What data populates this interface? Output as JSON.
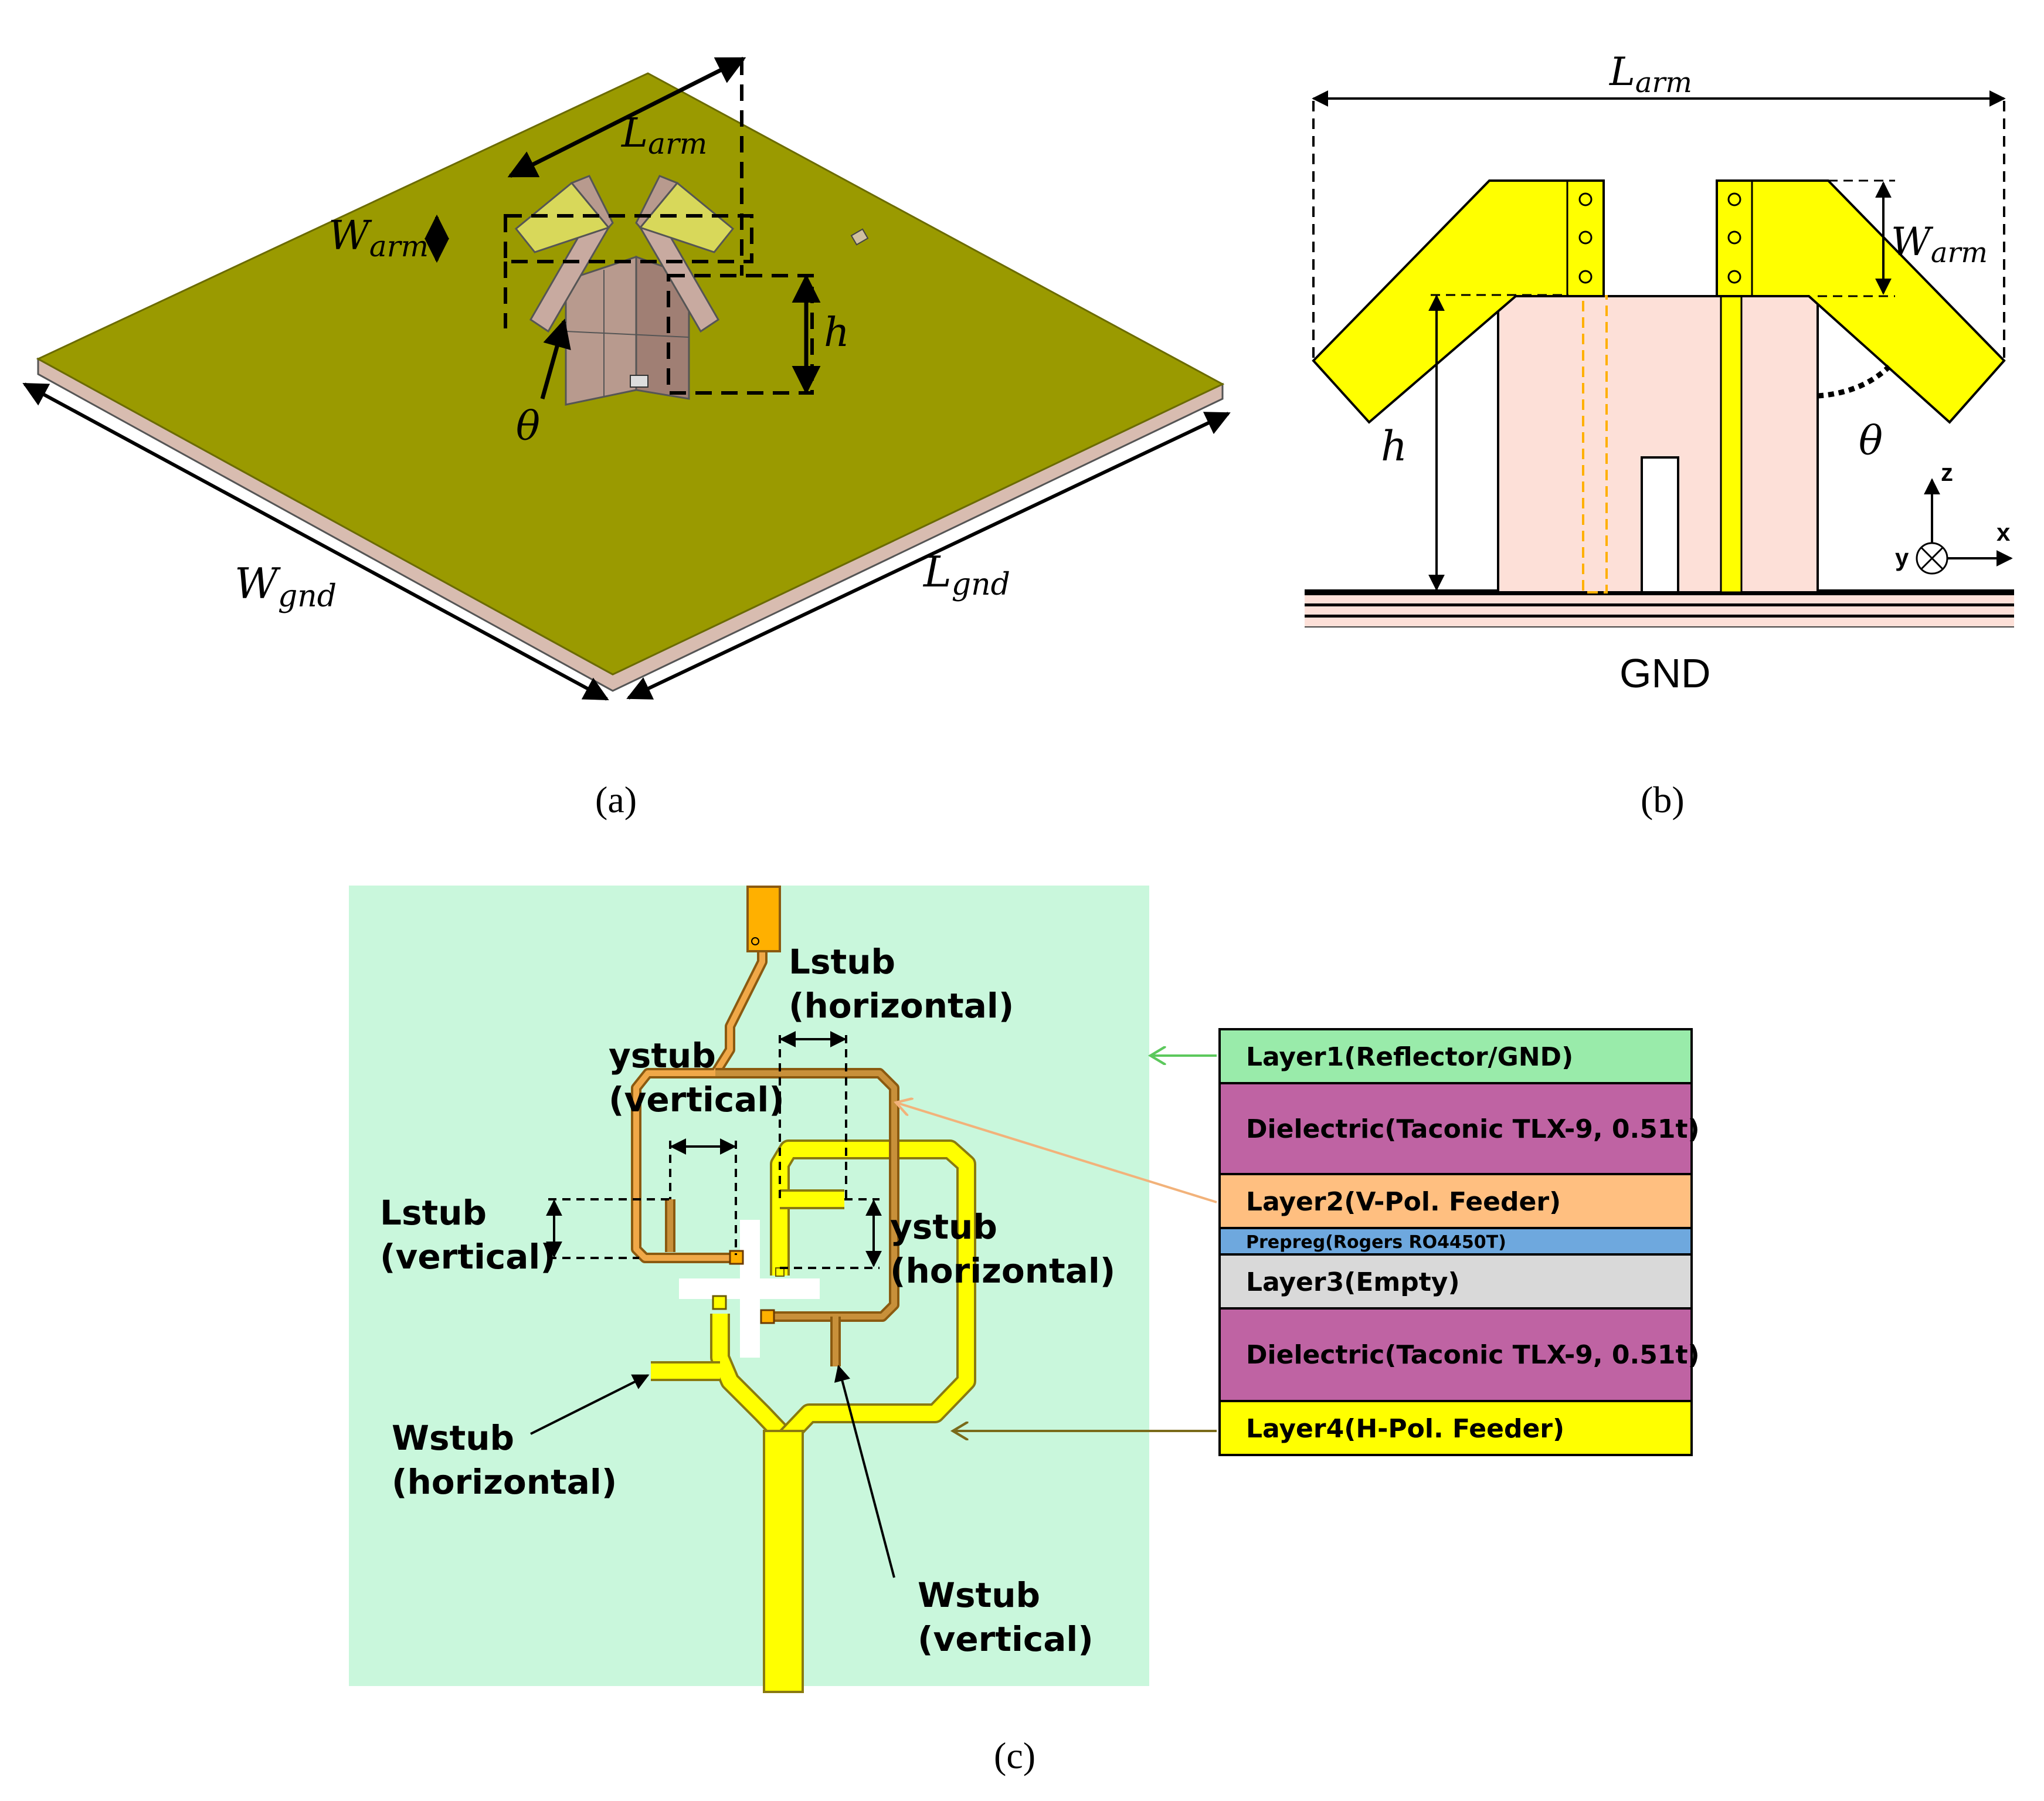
{
  "panel_a": {
    "caption": "(a)",
    "labels": {
      "l_arm": "L",
      "l_arm_sub": "arm",
      "w_arm": "W",
      "w_arm_sub": "arm",
      "h": "h",
      "theta": "θ",
      "w_gnd": "W",
      "w_gnd_sub": "gnd",
      "l_gnd": "L",
      "l_gnd_sub": "gnd"
    },
    "colors": {
      "ground_top": "#9a9a00",
      "ground_edge": "#d8bcb0",
      "element": "#b89a8e"
    }
  },
  "panel_b": {
    "caption": "(b)",
    "labels": {
      "l_arm": "L",
      "l_arm_sub": "arm",
      "w_arm": "W",
      "w_arm_sub": "arm",
      "h": "h",
      "theta": "θ",
      "gnd": "GND",
      "axis_z": "z",
      "axis_y": "y",
      "axis_x": "x"
    },
    "colors": {
      "arm": "#ffff00",
      "body": "#fde0d8",
      "feed_dashed": "#ffb000"
    }
  },
  "panel_c": {
    "caption": "(c)",
    "labels": {
      "lstub_h_1": "Lstub",
      "lstub_h_2": "(horizontal)",
      "ystub_v_1": "ystub",
      "ystub_v_2": "(vertical)",
      "lstub_v_1": "Lstub",
      "lstub_v_2": "(vertical)",
      "ystub_h_1": "ystub",
      "ystub_h_2": "(horizontal)",
      "wstub_h_1": "Wstub",
      "wstub_h_2": "(horizontal)",
      "wstub_v_1": "Wstub",
      "wstub_v_2": "(vertical)"
    },
    "colors": {
      "board": "#c9f7dc",
      "v_feeder": "#e8a84a",
      "h_feeder": "#ffff00"
    },
    "layers": [
      {
        "label": "Layer1(Reflector/GND)",
        "color": "#99ebaa"
      },
      {
        "label": "Dielectric(Taconic TLX-9, 0.51t)",
        "color": "#bf63a3"
      },
      {
        "label": "Layer2(V-Pol. Feeder)",
        "color": "#ffbf80"
      },
      {
        "label": "Prepreg(Rogers RO4450T)",
        "color": "#6ea8de"
      },
      {
        "label": "Layer3(Empty)",
        "color": "#d9d9d9"
      },
      {
        "label": "Dielectric(Taconic TLX-9, 0.51t)",
        "color": "#bf63a3"
      },
      {
        "label": "Layer4(H-Pol. Feeder)",
        "color": "#ffff00"
      }
    ]
  }
}
